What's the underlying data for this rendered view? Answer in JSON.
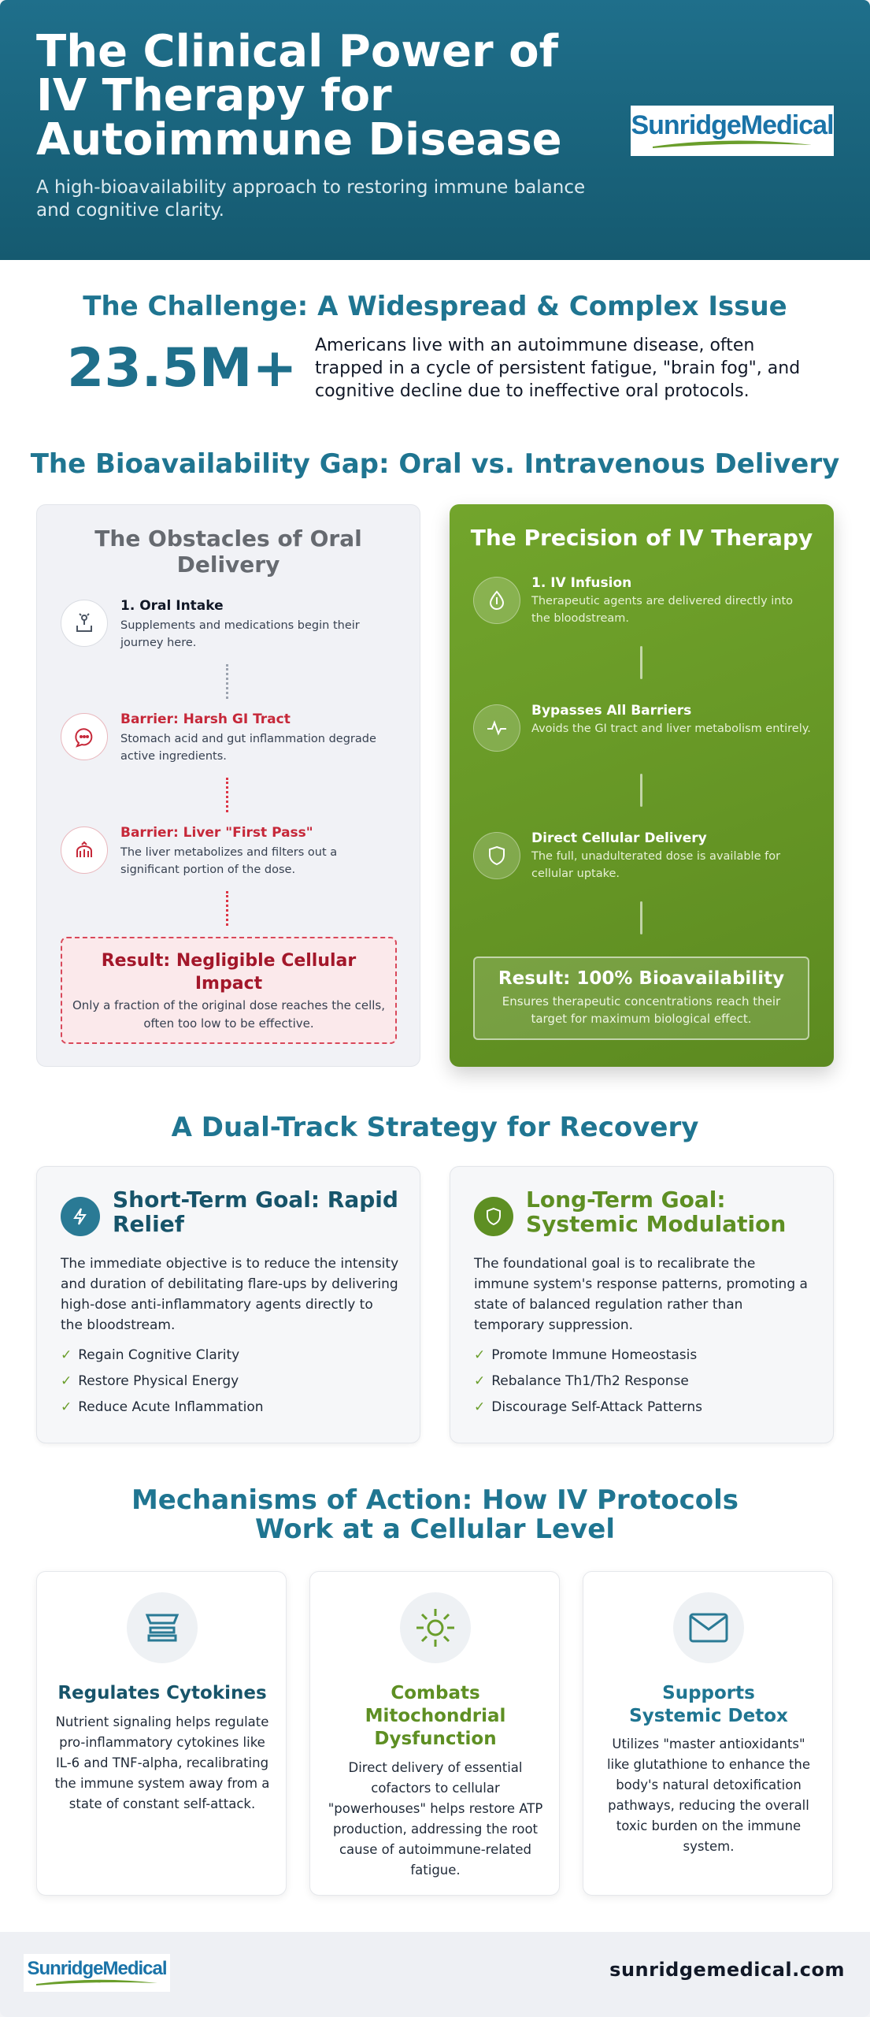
{
  "header": {
    "title": "The Clinical Power of IV Therapy for Autoimmune Disease",
    "subtitle": "A high-bioavailability approach to restoring immune balance and cognitive clarity.",
    "logo_text": "SunridgeMedical"
  },
  "challenge": {
    "heading": "The Challenge: A Widespread & Complex Issue",
    "stat": "23.5M+",
    "text": "Americans live with an autoimmune disease, often trapped in a cycle of persistent fatigue, \"brain fog\", and cognitive decline due to ineffective oral protocols."
  },
  "gap": {
    "heading": "The Bioavailability Gap: Oral vs. Intravenous Delivery",
    "oral": {
      "title": "The Obstacles of Oral Delivery",
      "steps": [
        {
          "title": "1. Oral Intake",
          "desc": "Supplements and medications begin their journey here.",
          "icon": "pill-bottle-icon"
        },
        {
          "title": "Barrier: Harsh GI Tract",
          "desc": "Stomach acid and gut inflammation degrade active ingredients.",
          "icon": "stomach-icon"
        },
        {
          "title": "Barrier: Liver \"First Pass\"",
          "desc": "The liver metabolizes and filters out a significant portion of the dose.",
          "icon": "liver-icon"
        }
      ],
      "result_title": "Result: Negligible Cellular Impact",
      "result_desc": "Only a fraction of the original dose reaches the cells, often too low to be effective."
    },
    "iv": {
      "title": "The Precision of IV Therapy",
      "steps": [
        {
          "title": "1. IV Infusion",
          "desc": "Therapeutic agents are delivered directly into the bloodstream.",
          "icon": "drop-icon"
        },
        {
          "title": "Bypasses All Barriers",
          "desc": "Avoids the GI tract and liver metabolism entirely.",
          "icon": "pulse-icon"
        },
        {
          "title": "Direct Cellular Delivery",
          "desc": "The full, unadulterated dose is available for cellular uptake.",
          "icon": "shield-icon"
        }
      ],
      "result_title": "Result: 100% Bioavailability",
      "result_desc": "Ensures therapeutic concentrations reach their target for maximum biological effect."
    }
  },
  "strategy": {
    "heading": "A Dual-Track Strategy for Recovery",
    "short": {
      "title": "Short-Term Goal: Rapid Relief",
      "body": "The immediate objective is to reduce the intensity and duration of debilitating flare-ups by delivering high-dose anti-inflammatory agents directly to the bloodstream.",
      "items": [
        "Regain Cognitive Clarity",
        "Restore Physical Energy",
        "Reduce Acute Inflammation"
      ],
      "icon": "lightning-icon"
    },
    "long": {
      "title": "Long-Term Goal: Systemic Modulation",
      "body": "The foundational goal is to recalibrate the immune system's response patterns, promoting a state of balanced regulation rather than temporary suppression.",
      "items": [
        "Promote Immune Homeostasis",
        "Rebalance Th1/Th2 Response",
        "Discourage Self-Attack Patterns"
      ],
      "icon": "shield-icon"
    }
  },
  "mechanisms": {
    "heading": "Mechanisms of Action: How IV Protocols Work at a Cellular Level",
    "cards": [
      {
        "title": "Regulates Cytokines",
        "body": "Nutrient signaling helps regulate pro-inflammatory cytokines like IL-6 and TNF-alpha, recalibrating the immune system away from a state of constant self-attack.",
        "icon": "sliders-icon"
      },
      {
        "title": "Combats Mitochondrial Dysfunction",
        "body": "Direct delivery of essential cofactors to cellular \"powerhouses\" helps restore ATP production, addressing the root cause of autoimmune-related fatigue.",
        "icon": "sun-icon"
      },
      {
        "title": "Supports Systemic Detox",
        "body": "Utilizes \"master antioxidants\" like glutathione to enhance the body's natural detoxification pathways, reducing the overall toxic burden on the immune system.",
        "icon": "envelope-icon"
      }
    ]
  },
  "footer": {
    "logo_text": "SunridgeMedical",
    "url": "sunridgemedical.com"
  },
  "colors": {
    "teal": "#1f7591",
    "green": "#6a9e2b",
    "red": "#c62839"
  }
}
